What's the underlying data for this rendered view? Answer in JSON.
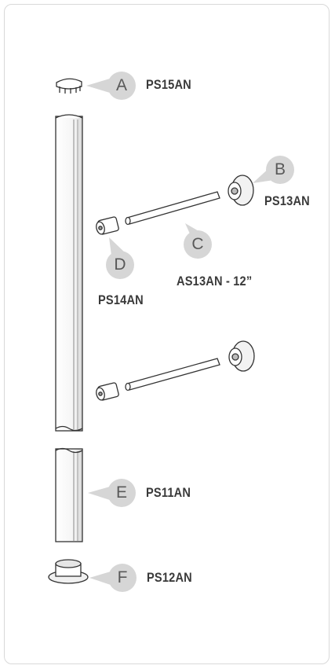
{
  "parts": [
    {
      "letter": "A",
      "code": "PS15AN"
    },
    {
      "letter": "B",
      "code": "PS13AN"
    },
    {
      "letter": "C",
      "code": "AS13AN - 12”"
    },
    {
      "letter": "D",
      "code": "PS14AN"
    },
    {
      "letter": "E",
      "code": "PS11AN"
    },
    {
      "letter": "F",
      "code": "PS12AN"
    }
  ],
  "colors": {
    "badge": "#d6d6d6",
    "line": "#3a3a3a",
    "text": "#3a3a3a"
  }
}
